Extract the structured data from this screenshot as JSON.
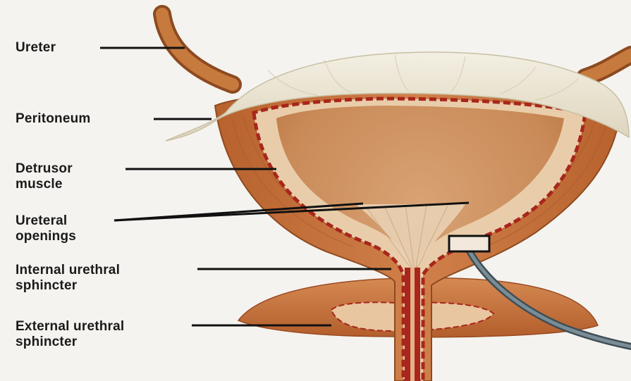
{
  "diagram": {
    "labels": {
      "ureter": "Ureter",
      "peritoneum": "Peritoneum",
      "detrusor": {
        "line1": "Detrusor",
        "line2": "muscle"
      },
      "ureteral_openings": {
        "line1": "Ureteral",
        "line2": "openings"
      },
      "internal_sphincter": {
        "line1": "Internal urethral",
        "line2": "sphincter"
      },
      "external_sphincter": {
        "line1": "External urethral",
        "line2": "sphincter"
      }
    },
    "colors": {
      "muscle": "#c8743c",
      "muscle_dark": "#9a4a22",
      "muscle_fiber_red": "#a8261c",
      "lumen": "#d49a6a",
      "peritoneum": "#ece6d2",
      "background": "#f4f3ef",
      "leader": "#111111",
      "probe": "#5d6f78"
    }
  }
}
